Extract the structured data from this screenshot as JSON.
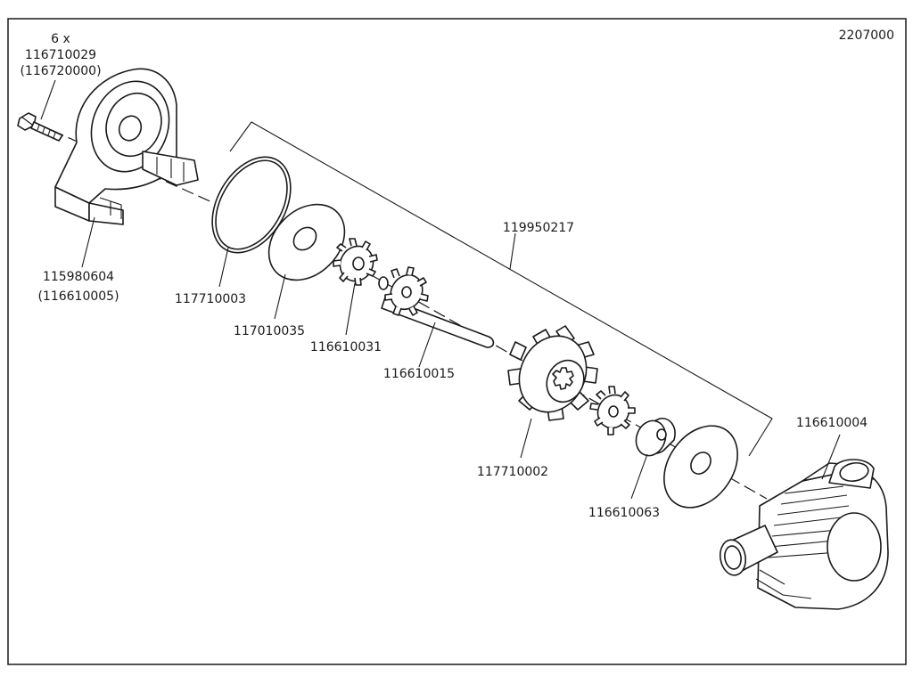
{
  "drawing_number": "2207000",
  "kit_number": "119950217",
  "parts": {
    "screw": {
      "qty": "6 x",
      "number": "116710029",
      "alt": "(116720000)"
    },
    "cover": {
      "number": "115980604",
      "alt": "(116610005)"
    },
    "o_ring": {
      "number": "117710003"
    },
    "gasket": {
      "number": "117010035"
    },
    "gear_small_1": {
      "number": "116610031"
    },
    "shaft": {
      "number": "116610015"
    },
    "impeller": {
      "number": "117710002"
    },
    "bushing": {
      "number": "116610063"
    },
    "pump_housing": {
      "number": "116610004"
    }
  }
}
